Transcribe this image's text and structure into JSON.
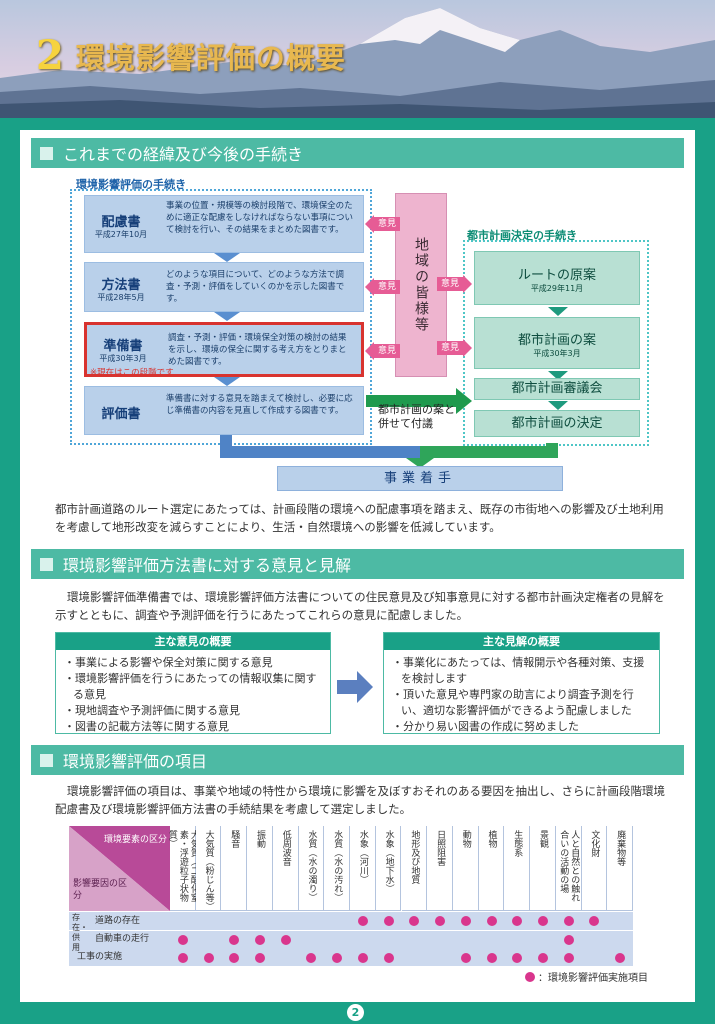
{
  "header": {
    "number": "2",
    "title": "環境影響評価の概要"
  },
  "section1": {
    "title": "これまでの経緯及び今後の手続き",
    "left_label": "環境影響評価の手続き",
    "right_label": "都市計画決定の手続き",
    "docs": [
      {
        "name": "配慮書",
        "date": "平成27年10月",
        "desc": "事業の位置・規模等の検討段階で、環境保全のために適正な配慮をしなければならない事項について検討を行い、その結果をまとめた図書です。"
      },
      {
        "name": "方法書",
        "date": "平成28年5月",
        "desc": "どのような項目について、どのような方法で調査・予測・評価をしていくのかを示した図書です。"
      },
      {
        "name": "準備書",
        "date": "平成30年3月",
        "desc": "調査・予測・評価・環境保全対策の検討の結果を示し、環境の保全に関する考え方をとりまとめた図書です。"
      },
      {
        "name": "評価書",
        "date": "",
        "desc": "準備書に対する意見を踏まえて検討し、必要に応じ準備書の内容を見直して作成する図書です。"
      }
    ],
    "current_note": "※現在はこの段階です",
    "stakeholders": "地域の皆様等",
    "opinion": "意見",
    "city_steps": [
      {
        "name": "ルートの原案",
        "date": "平成29年11月"
      },
      {
        "name": "都市計画の案",
        "date": "平成30年3月"
      },
      {
        "name": "都市計画審議会",
        "date": ""
      },
      {
        "name": "都市計画の決定",
        "date": ""
      }
    ],
    "combine_line1": "都市計画の案と",
    "combine_line2": "併せて付議",
    "start": "事業着手",
    "paragraph": "都市計画道路のルート選定にあたっては、計画段階の環境への配慮事項を踏まえ、既存の市街地への影響及び土地利用を考慮して地形改変を減らすことにより、生活・自然環境への影響を低減しています。"
  },
  "section2": {
    "title": "環境影響評価方法書に対する意見と見解",
    "paragraph": "環境影響評価準備書では、環境影響評価方法書についての住民意見及び知事意見に対する都市計画決定権者の見解を示すとともに、調査や予測評価を行うにあたってこれらの意見に配慮しました。",
    "opinions_head": "主な意見の概要",
    "opinions": [
      "・事業による影響や保全対策に関する意見",
      "・環境影響評価を行うにあたっての情報収集に関する意見",
      "・現地調査や予測評価に関する意見",
      "・図書の記載方法等に関する意見"
    ],
    "views_head": "主な見解の概要",
    "views": [
      "・事業化にあたっては、情報開示や各種対策、支援を検討します",
      "・頂いた意見や専門家の助言により調査予測を行い、適切な影響評価ができるよう配慮しました",
      "・分かり易い図書の作成に努めました"
    ]
  },
  "section3": {
    "title": "環境影響評価の項目",
    "paragraph": "環境影響評価の項目は、事業や地域の特性から環境に影響を及ぼすおそれのある要因を抽出し、さらに計画段階環境配慮書及び環境影響評価方法書の手続結果を考慮して選定しました。",
    "table": {
      "corner_top": "環境要素の区分",
      "corner_bottom": "影響要因の区分",
      "columns": [
        "大気質（二酸化窒素・浮遊粒子状物質）",
        "大気質（粉じん等）",
        "騒音",
        "振動",
        "低周波音",
        "水質（水の濁り）",
        "水質（水の汚れ）",
        "水象（河川）",
        "水象（地下水）",
        "地形及び地質",
        "日照阻害",
        "動物",
        "植物",
        "生態系",
        "景観",
        "人と自然との触れ合いの活動の場",
        "文化財",
        "廃棄物等"
      ],
      "group_label": "存在・供用",
      "rows": [
        {
          "label": "道路の存在",
          "marks": [
            0,
            0,
            0,
            0,
            0,
            0,
            0,
            1,
            1,
            1,
            1,
            1,
            1,
            1,
            1,
            1,
            1,
            0
          ]
        },
        {
          "label": "自動車の走行",
          "marks": [
            1,
            0,
            1,
            1,
            1,
            0,
            0,
            0,
            0,
            0,
            0,
            0,
            0,
            0,
            0,
            1,
            0,
            0
          ]
        },
        {
          "label": "工事の実施",
          "marks": [
            1,
            1,
            1,
            1,
            0,
            1,
            1,
            1,
            1,
            0,
            0,
            1,
            1,
            1,
            1,
            1,
            0,
            1
          ]
        }
      ]
    },
    "legend": "：環境影響評価実施項目"
  },
  "page_number": "2",
  "colors": {
    "teal": "#19a187",
    "pink": "#e65c95",
    "mark": "#d9368d",
    "blue_box": "#b9d0ea"
  }
}
